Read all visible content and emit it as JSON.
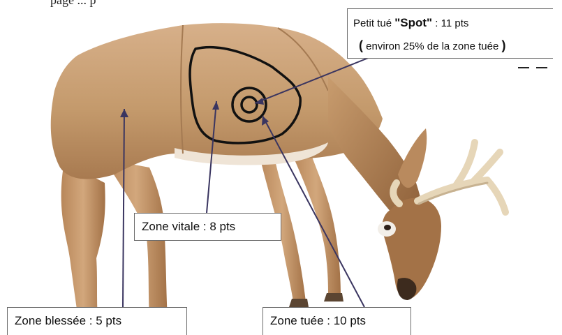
{
  "title_fragment": "page ... p",
  "zones": {
    "spot": {
      "line1_prefix": "Petit tué",
      "line1_quoted": "\"Spot\"",
      "line1_suffix": ": 11 pts",
      "line2_open": "(",
      "line2_text": "environ 25% de la zone tuée",
      "line2_close": ")"
    },
    "vitale": {
      "label": "Zone vitale : 8 pts"
    },
    "blessee": {
      "label": "Zone blessée : 5 pts"
    },
    "tuee": {
      "label": "Zone tuée : 10 pts"
    }
  },
  "colors": {
    "deer_body": "#c49a6c",
    "deer_shadow": "#9c6f45",
    "deer_light": "#dfc39f",
    "belly": "#efe4d6",
    "antler": "#e6d6b8",
    "target_line": "#111111",
    "leader_line": "#3a3560"
  }
}
